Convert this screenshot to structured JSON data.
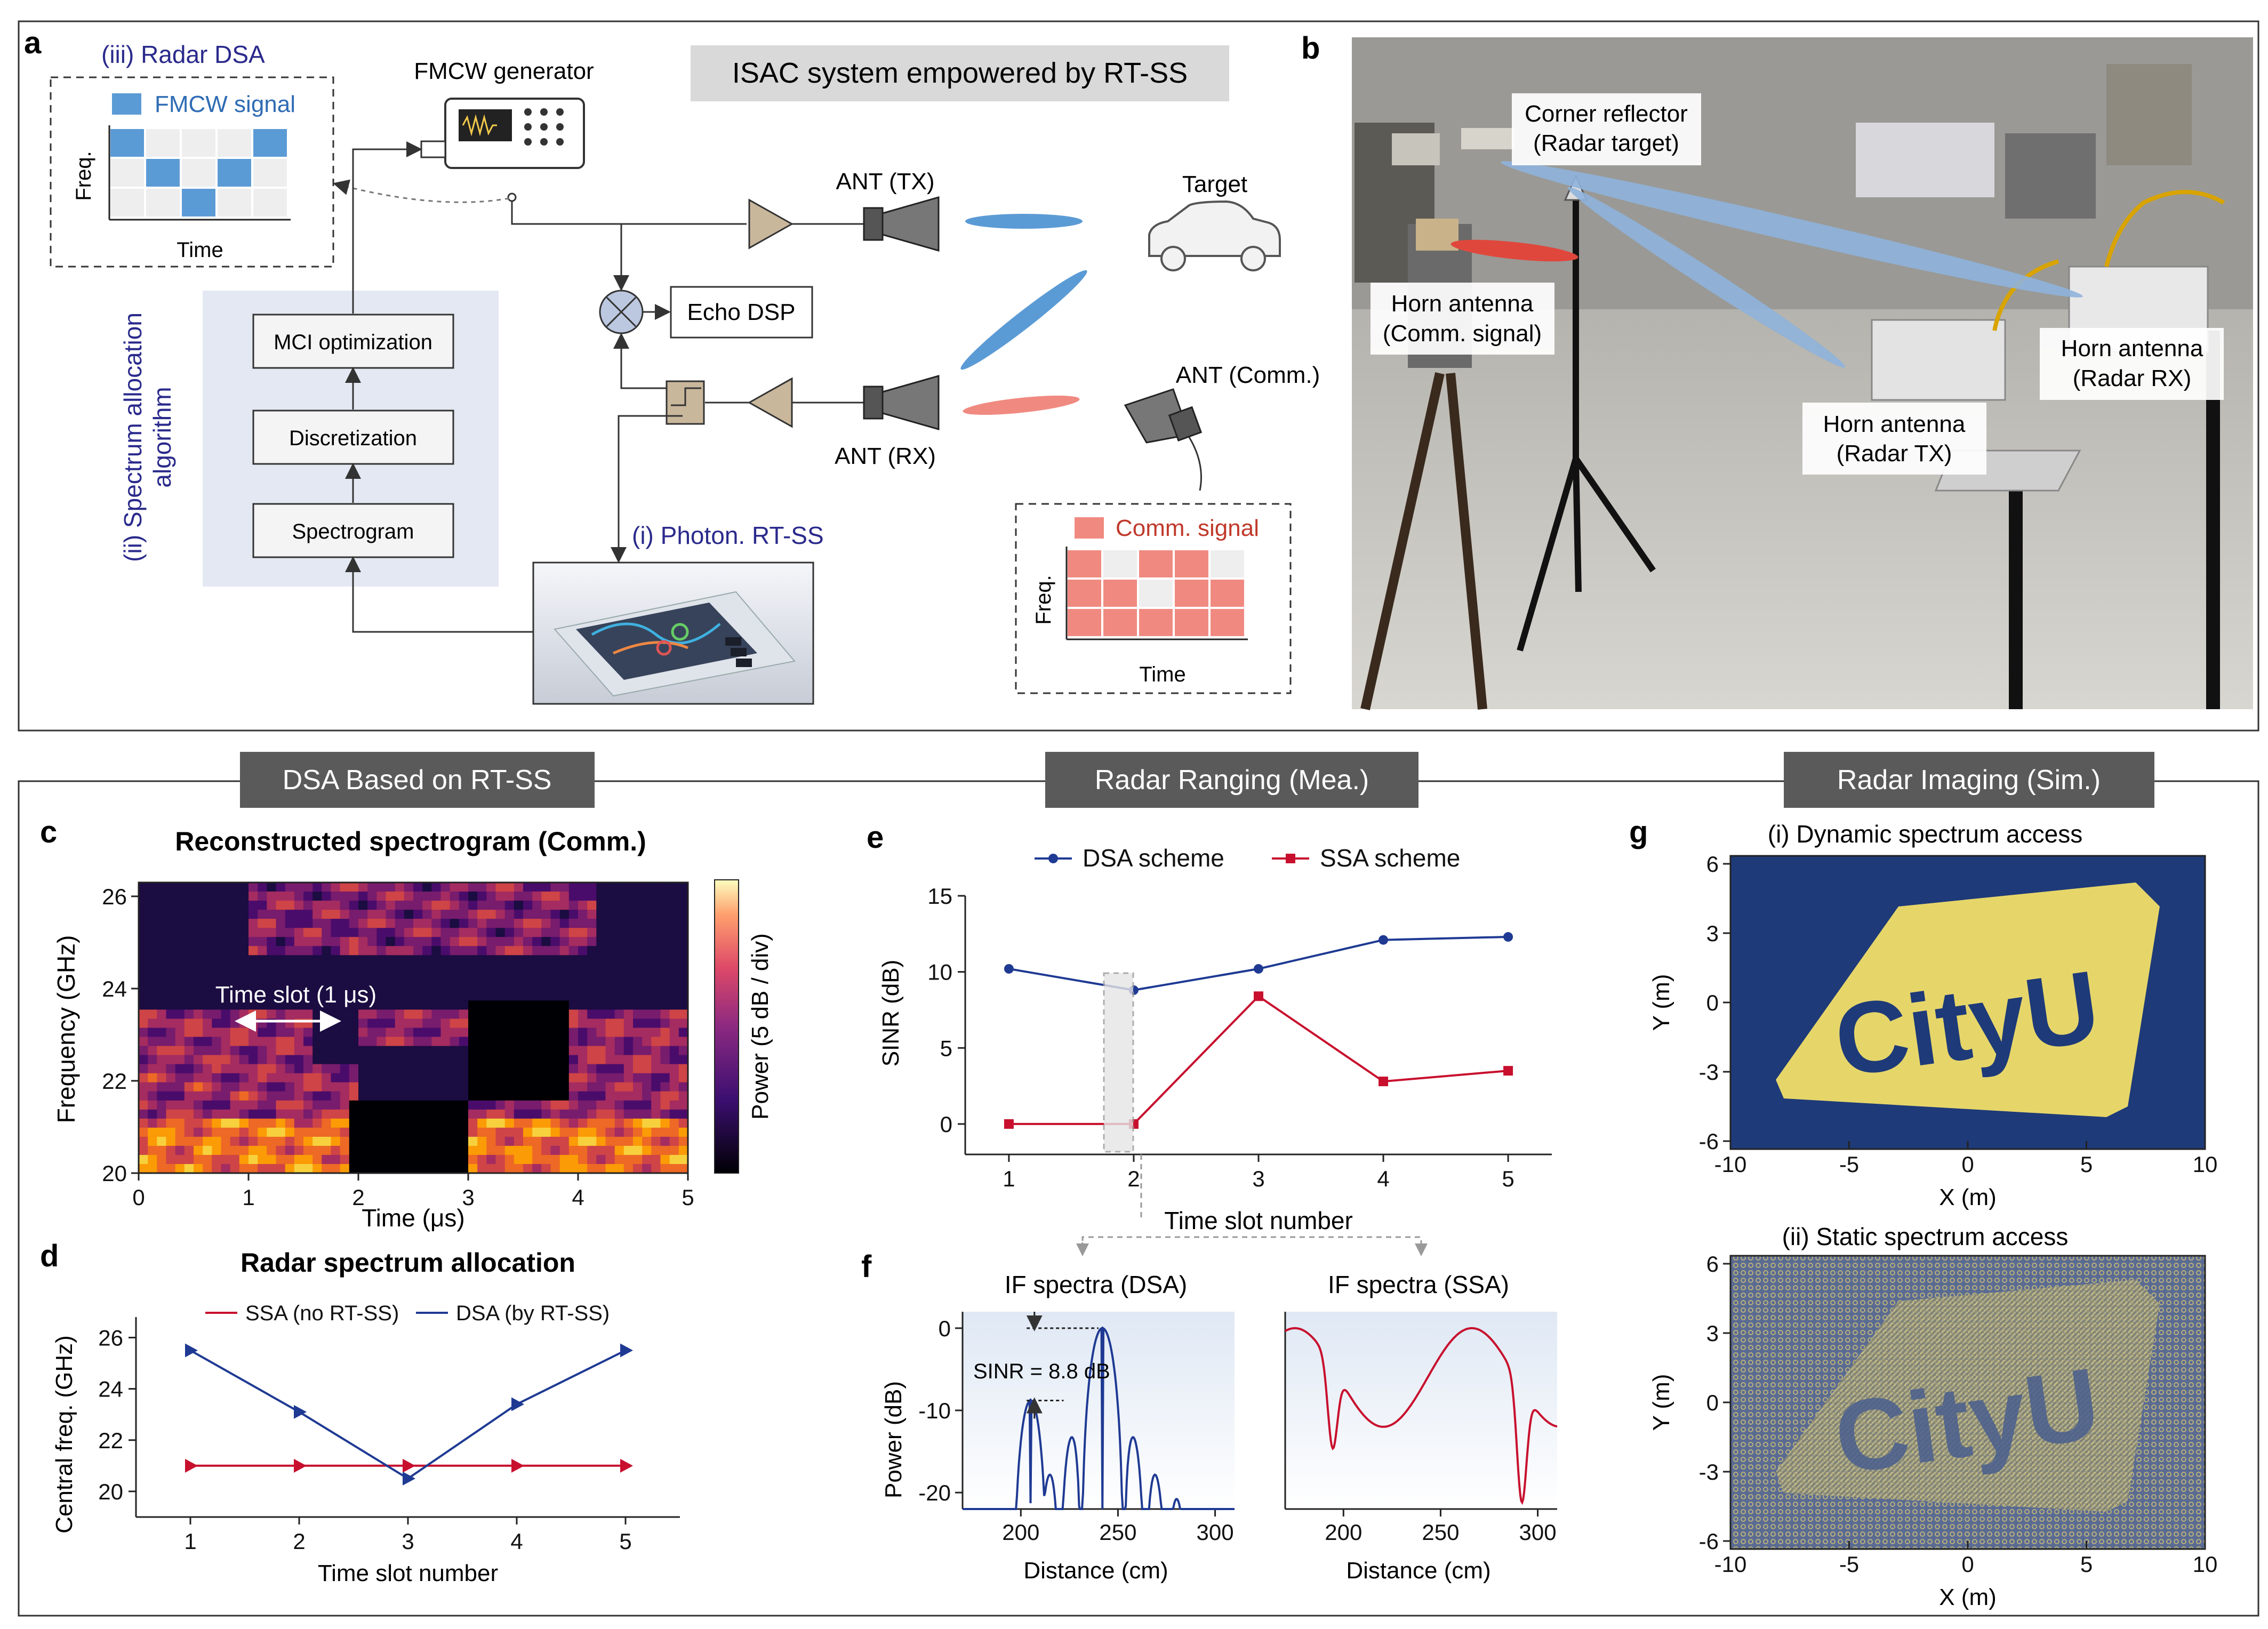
{
  "panel_labels": {
    "a": "a",
    "b": "b",
    "c": "c",
    "d": "d",
    "e": "e",
    "f": "f",
    "g": "g"
  },
  "panel_a": {
    "title": "ISAC system empowered by RT-SS",
    "radar_dsa_label": "(iii) Radar DSA",
    "fmcw_signal_legend": "FMCW signal",
    "freq_label": "Freq.",
    "time_label": "Time",
    "fmcw_generator": "FMCW generator",
    "algorithm_label_1": "(ii) Spectrum allocation",
    "algorithm_label_2": "algorithm",
    "mci_optimization": "MCI optimization",
    "discretization": "Discretization",
    "spectrogram": "Spectrogram",
    "echo_dsp": "Echo DSP",
    "ant_tx": "ANT (TX)",
    "ant_rx": "ANT (RX)",
    "ant_comm": "ANT (Comm.)",
    "target": "Target",
    "photon_rtss": "(i) Photon. RT-SS",
    "comm_signal_legend": "Comm. signal",
    "comm_freq_label": "Freq.",
    "comm_time_label": "Time",
    "fmcw_grid_filled": [
      [
        0,
        0
      ],
      [
        1,
        1
      ],
      [
        2,
        2
      ],
      [
        3,
        1
      ],
      [
        4,
        0
      ]
    ],
    "comm_grid_filled": [
      [
        0,
        0
      ],
      [
        2,
        0
      ],
      [
        3,
        0
      ],
      [
        0,
        1
      ],
      [
        1,
        1
      ],
      [
        3,
        1
      ],
      [
        4,
        1
      ],
      [
        0,
        2
      ],
      [
        1,
        2
      ],
      [
        2,
        2
      ],
      [
        3,
        2
      ],
      [
        4,
        2
      ]
    ],
    "colors": {
      "fmcw": "#5b9bd5",
      "comm": "#f08a80",
      "algo_bg": "#e3e8f2",
      "amp": "#c9b79c",
      "title_bg": "#d9d9d9",
      "accent_text": "#2a2a8c"
    }
  },
  "panel_b": {
    "corner_reflector_1": "Corner reflector",
    "corner_reflector_2": "(Radar target)",
    "horn_comm_1": "Horn antenna",
    "horn_comm_2": "(Comm. signal)",
    "horn_rx_1": "Horn antenna",
    "horn_rx_2": "(Radar RX)",
    "horn_tx_1": "Horn antenna",
    "horn_tx_2": "(Radar TX)"
  },
  "section_headers": {
    "dsa": "DSA Based on RT-SS",
    "ranging": "Radar Ranging (Mea.)",
    "imaging": "Radar Imaging (Sim.)"
  },
  "panel_c": {
    "title": "Reconstructed spectrogram (Comm.)",
    "xlabel": "Time (μs)",
    "ylabel": "Frequency (GHz)",
    "colorbar_label": "Power (5 dB / div)",
    "annotation": "Time slot (1 μs)",
    "x_ticks": [
      "0",
      "1",
      "2",
      "3",
      "4",
      "5"
    ],
    "y_ticks": [
      "20",
      "22",
      "24",
      "26"
    ]
  },
  "chart_data": [
    {
      "id": "d",
      "type": "line",
      "title": "Radar spectrum allocation",
      "xlabel": "Time slot number",
      "ylabel": "Central freq. (GHz)",
      "x": [
        1,
        2,
        3,
        4,
        5
      ],
      "xlim": [
        0.5,
        5.5
      ],
      "ylim": [
        19,
        26.8
      ],
      "y_ticks": [
        20,
        22,
        24,
        26
      ],
      "series": [
        {
          "name": "SSA (no RT-SS)",
          "color": "#c8102e",
          "marker": "triangle",
          "values": [
            21,
            21,
            21,
            21,
            21
          ]
        },
        {
          "name": "DSA (by RT-SS)",
          "color": "#1f3a93",
          "marker": "triangle",
          "values": [
            25.5,
            23.1,
            20.5,
            23.4,
            25.5
          ]
        }
      ]
    },
    {
      "id": "e",
      "type": "line",
      "xlabel": "Time slot number",
      "ylabel": "SINR (dB)",
      "x": [
        1,
        2,
        3,
        4,
        5
      ],
      "xlim": [
        0.65,
        5.35
      ],
      "ylim": [
        -2,
        15
      ],
      "y_ticks": [
        0,
        5,
        10,
        15
      ],
      "series": [
        {
          "name": "DSA scheme",
          "color": "#1f3a93",
          "marker": "circle",
          "values": [
            10.2,
            8.8,
            10.2,
            12.1,
            12.3
          ]
        },
        {
          "name": "SSA scheme",
          "color": "#c8102e",
          "marker": "square",
          "values": [
            0,
            0,
            8.4,
            2.8,
            3.5
          ]
        }
      ]
    },
    {
      "id": "f-dsa",
      "type": "line",
      "title": "IF spectra (DSA)",
      "xlabel": "Distance (cm)",
      "ylabel": "Power (dB)",
      "xlim": [
        170,
        310
      ],
      "ylim": [
        -22,
        2
      ],
      "x_ticks": [
        200,
        250,
        300
      ],
      "y_ticks": [
        0,
        -10,
        -20
      ],
      "annotation": "SINR = 8.8 dB",
      "series": [
        {
          "name": "",
          "color": "#1f3a93",
          "peak_cm": 242,
          "peak_db": 0,
          "sidelobe_db": -8.8
        }
      ]
    },
    {
      "id": "f-ssa",
      "type": "line",
      "title": "IF spectra (SSA)",
      "xlabel": "Distance (cm)",
      "xlim": [
        170,
        310
      ],
      "ylim": [
        -22,
        2
      ],
      "x_ticks": [
        200,
        250,
        300
      ],
      "series": [
        {
          "name": "",
          "color": "#c8102e"
        }
      ]
    }
  ],
  "panel_g": {
    "title_i": "(i) Dynamic spectrum access",
    "title_ii": "(ii) Static spectrum access",
    "xlabel": "X (m)",
    "ylabel": "Y (m)",
    "x_ticks": [
      "-10",
      "-5",
      "0",
      "5",
      "10"
    ],
    "y_ticks": [
      "6",
      "3",
      "0",
      "-3",
      "-6"
    ],
    "image_text": "CityU",
    "colors": {
      "bg": "#1e3a78",
      "logo": "#e6d66a",
      "noise_bg": "#4a5f8e"
    }
  }
}
